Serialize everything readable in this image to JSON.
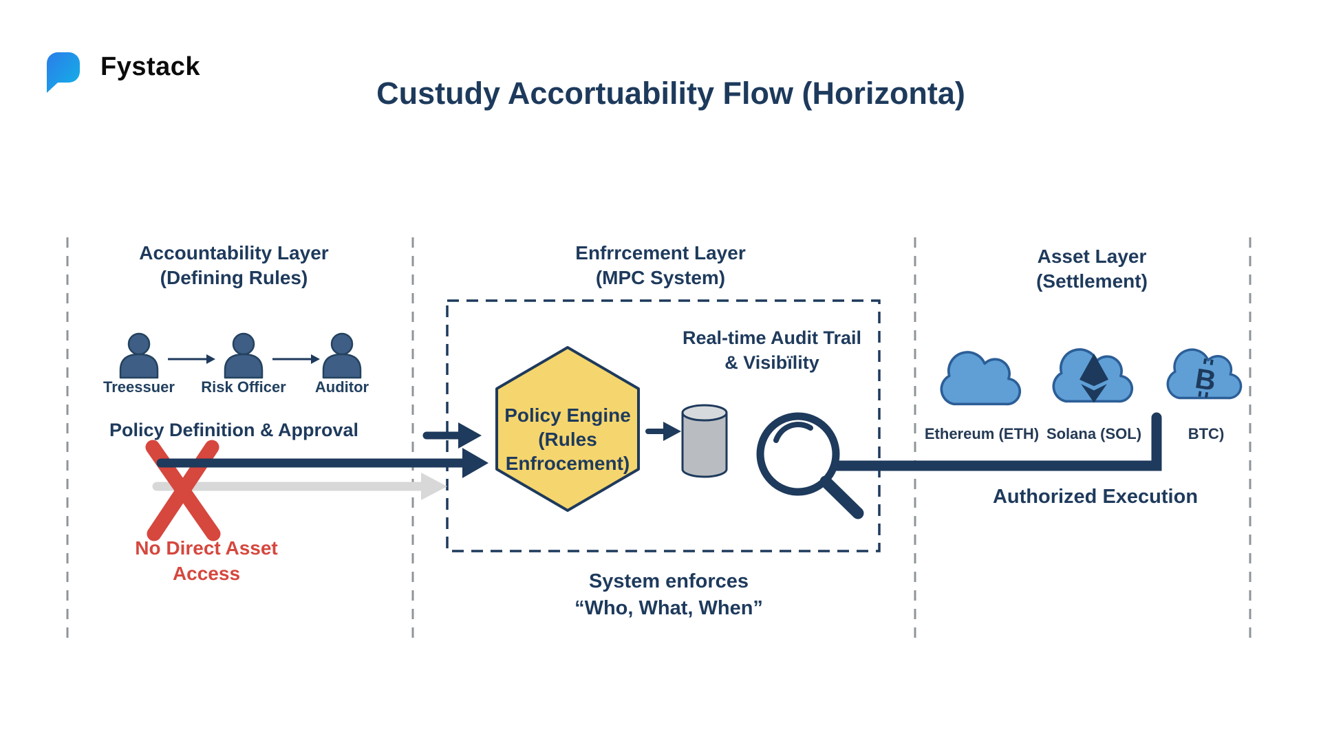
{
  "brand": {
    "name": "Fystack"
  },
  "title": "Custudy Accortuability Flow (Horizonta)",
  "colors": {
    "navy": "#1e3a5c",
    "red": "#d5473e",
    "hexagon_yellow": "#f5d56d",
    "cloud_blue": "#5f9fd6",
    "gray_arrow": "#d8d8d8",
    "divider_gray": "#8f949a",
    "logo_blue_start": "#2b7de9",
    "logo_blue_end": "#12b3e6"
  },
  "icons": {
    "btc_glyph": "B"
  },
  "sections": {
    "accountability": {
      "title": "Accountability Layer",
      "subtitle": "(Defining Rules)",
      "roles": [
        "Treessuer",
        "Risk Officer",
        "Auditor"
      ],
      "policy_label": "Policy Definition & Approval",
      "no_access": {
        "line1": "No Direct Asset",
        "line2": "Access"
      }
    },
    "enforcement": {
      "title": "Enfrrcement Layer",
      "subtitle": "(MPC System)",
      "engine": {
        "line1": "Policy Engine",
        "line2": "(Rules",
        "line3": "Enfrocement)"
      },
      "audit": {
        "line1": "Real-time Audit Trail",
        "line2": "& Visibïlity"
      },
      "enforces": {
        "line1": "System enforces",
        "line2": "“Who, What, When”"
      }
    },
    "asset": {
      "title": "Asset Layer",
      "subtitle": "(Settlement)",
      "assets": [
        "Ethereum (ETH)",
        "Solana (SOL)",
        "BTC)"
      ],
      "execution_label": "Authorized Execution"
    }
  }
}
